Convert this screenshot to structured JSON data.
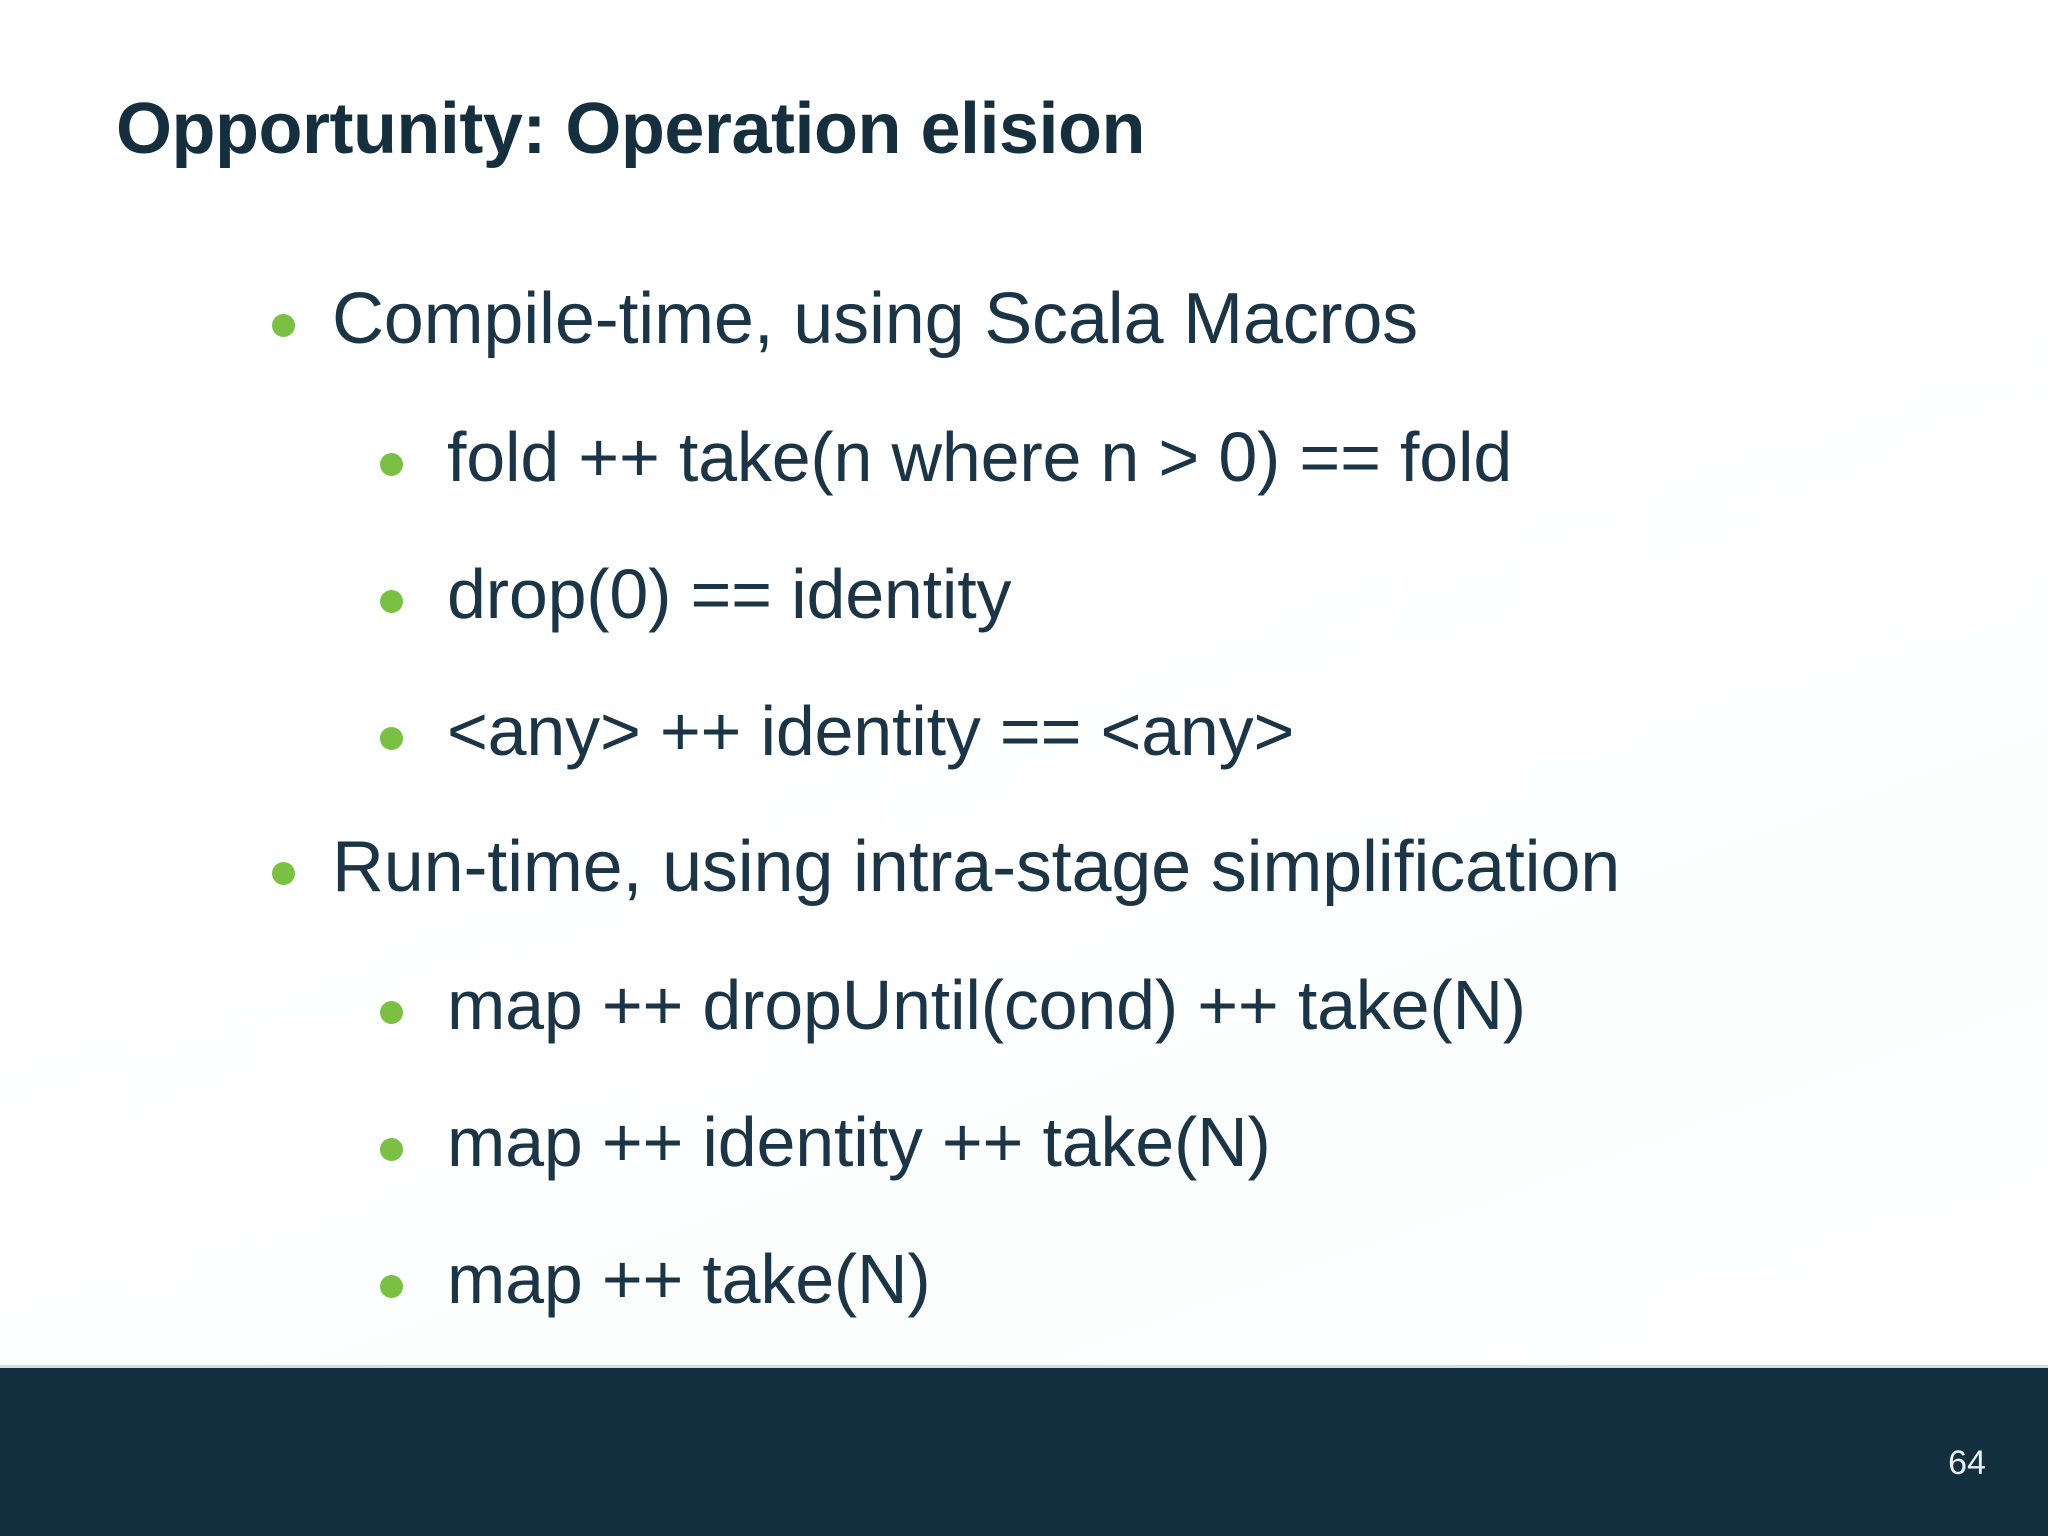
{
  "slide": {
    "title": "Opportunity: Operation elision",
    "page_number": "64",
    "colors": {
      "title": "#152f3e",
      "body_text": "#1b3546",
      "bullet_marker": "#7ac143",
      "footer_bar": "#132e3e",
      "page_number": "#e8eef1",
      "background": "#ffffff"
    },
    "bullets": [
      {
        "level": 1,
        "text": "Compile-time, using Scala Macros"
      },
      {
        "level": 2,
        "text": "fold ++ take(n where n > 0) == fold"
      },
      {
        "level": 2,
        "text": "drop(0) == identity"
      },
      {
        "level": 2,
        "text": "<any> ++ identity == <any>"
      },
      {
        "level": 1,
        "text": "Run-time, using intra-stage simplification"
      },
      {
        "level": 2,
        "text": "map ++ dropUntil(cond) ++ take(N)"
      },
      {
        "level": 2,
        "text": "map ++ identity ++ take(N)"
      },
      {
        "level": 2,
        "text": "map ++ take(N)"
      }
    ]
  }
}
